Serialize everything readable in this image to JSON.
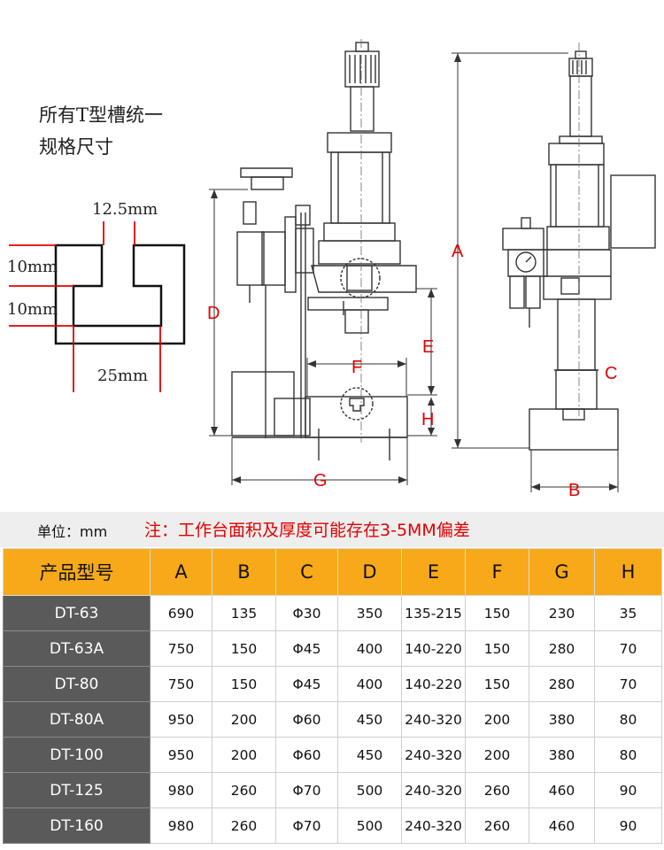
{
  "tslot": {
    "note_line1": "所有T型槽统一",
    "note_line2": "规格尺寸",
    "dim_width": "12.5mm",
    "dim_height1": "10mm",
    "dim_height2": "10mm",
    "dim_bottom": "25mm"
  },
  "labels": {
    "A": "A",
    "B": "B",
    "C": "C",
    "D": "D",
    "E": "E",
    "F": "F",
    "G": "G",
    "H": "H"
  },
  "unit": {
    "label": "单位：mm",
    "note": "注：工作台面积及厚度可能存在3-5MM偏差"
  },
  "table": {
    "headers": [
      "产品型号",
      "A",
      "B",
      "C",
      "D",
      "E",
      "F",
      "G",
      "H"
    ],
    "rows": [
      [
        "DT-63",
        "690",
        "135",
        "Φ30",
        "350",
        "135-215",
        "150",
        "230",
        "35"
      ],
      [
        "DT-63A",
        "750",
        "150",
        "Φ45",
        "400",
        "140-220",
        "150",
        "280",
        "70"
      ],
      [
        "DT-80",
        "750",
        "150",
        "Φ45",
        "400",
        "140-220",
        "150",
        "280",
        "70"
      ],
      [
        "DT-80A",
        "950",
        "200",
        "Φ60",
        "450",
        "240-320",
        "200",
        "380",
        "80"
      ],
      [
        "DT-100",
        "950",
        "200",
        "Φ60",
        "450",
        "240-320",
        "200",
        "380",
        "80"
      ],
      [
        "DT-125",
        "980",
        "260",
        "Φ70",
        "500",
        "240-320",
        "260",
        "460",
        "90"
      ],
      [
        "DT-160",
        "980",
        "260",
        "Φ70",
        "500",
        "240-320",
        "260",
        "460",
        "90"
      ]
    ]
  },
  "colors": {
    "accent": "#f8a919",
    "dimension_red": "#e30000",
    "model_cell": "#5a5a5a"
  }
}
